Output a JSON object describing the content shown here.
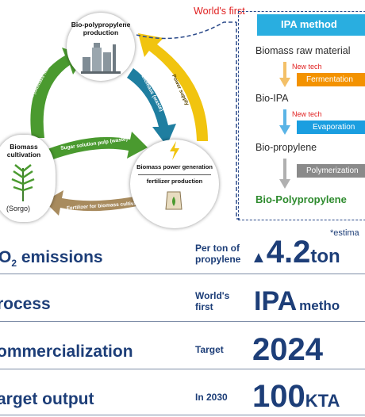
{
  "cycle": {
    "bio_pp_production": "Bio-polypropylene production",
    "biomass_cultivation": "Biomass cultivation",
    "sorgo": "(Sorgo)",
    "biomass_power": "Biomass power generation",
    "fertilizer_production": "fertilizer production",
    "arrows": {
      "sugar_solution": "Sugar solution (biomass materials)",
      "biomass_waste": "Biomass (waste)",
      "power_supply": "Power supply",
      "sugar_pulp": "Sugar solution pulp (waste)",
      "fertilizer_for_biomass": "Fertilizer for biomass cultivation"
    }
  },
  "worlds_first": "World's first",
  "ipa_header": "IPA method",
  "flow": {
    "step1": "Biomass raw material",
    "new_tech_1": "New tech",
    "fermentation": "Fermentation",
    "step2": "Bio-IPA",
    "new_tech_2": "New tech",
    "evaporation": "Evaporation",
    "step3": "Bio-propylene",
    "polymerization": "Polymerization",
    "result": "Bio-Polypropylene"
  },
  "stats": {
    "co2": {
      "label_prefix": "O",
      "label_sub": "2",
      "label_suffix": " emissions",
      "note_line1": "Per ton of",
      "note_line2": "propylene",
      "triangle": "▲",
      "value": "4.2",
      "unit": "ton",
      "footnote": "*estima"
    },
    "process": {
      "label": "rocess",
      "note_line1": "World's",
      "note_line2": "first",
      "value": "IPA",
      "unit": "metho"
    },
    "commercial": {
      "label": "ommercialization",
      "note": "Target",
      "value": "2024"
    },
    "output": {
      "label": "arget output",
      "note": "In 2030",
      "value": "100",
      "unit": "KTA"
    }
  },
  "colors": {
    "green_arrow": "#4a9a2f",
    "teal_arrow": "#1f7ea0",
    "yellow_arrow": "#f1c40f",
    "brown_arrow": "#a88b5e",
    "ipa_header": "#29aee0",
    "fermentation": "#f39200",
    "evaporation": "#1a9ee0",
    "polymerization": "#8a8a8a",
    "navy": "#1d3e78",
    "bio_pp_green": "#2e8b2e",
    "red": "#e02020"
  },
  "icons": [
    "factory-icon",
    "lightning-icon",
    "fertilizer-bag-icon",
    "sorghum-plant-icon",
    "down-arrow-icon"
  ]
}
